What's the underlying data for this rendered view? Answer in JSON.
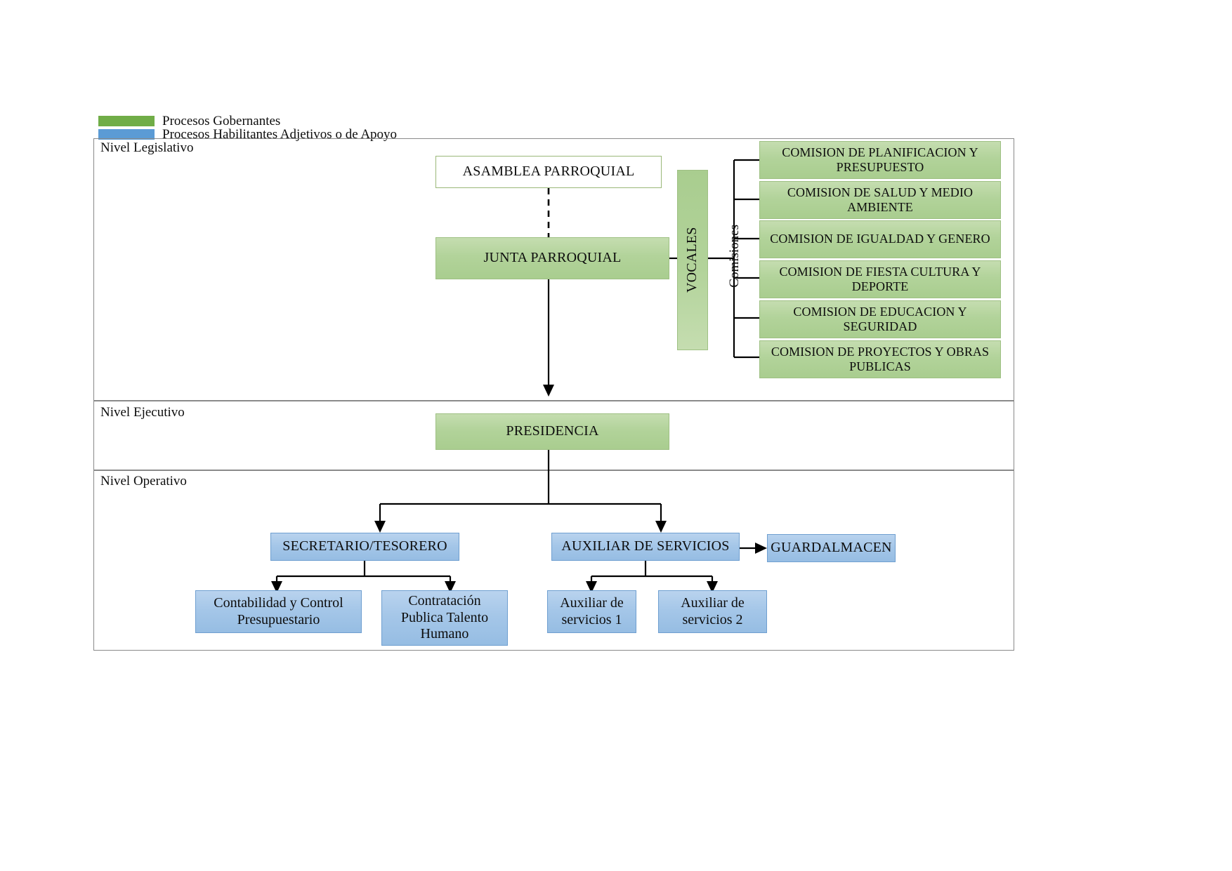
{
  "legend": {
    "items": [
      {
        "label": "Procesos Gobernantes",
        "color": "#70ad47",
        "name": "legend-gobernantes"
      },
      {
        "label": "Procesos Habilitantes Adjetivos o de Apoyo",
        "color": "#5b9bd5",
        "name": "legend-habilitantes"
      }
    ]
  },
  "levels": [
    {
      "label": "Nivel Legislativo"
    },
    {
      "label": "Nivel Ejecutivo"
    },
    {
      "label": "Nivel Operativo"
    }
  ],
  "nodes": {
    "asamblea": "ASAMBLEA PARROQUIAL",
    "junta": "JUNTA PARROQUIAL",
    "vocales": "VOCALES",
    "comisiones_label": "Comisiones",
    "presidencia": "PRESIDENCIA",
    "secretario": "SECRETARIO/TESORERO",
    "auxiliar_servicios": "AUXILIAR DE SERVICIOS",
    "guardalmacen": "GUARDALMACEN",
    "contabilidad": "Contabilidad y Control Presupuestario",
    "contratacion": "Contratación Publica Talento Humano",
    "auxiliar_1": "Auxiliar de servicios 1",
    "auxiliar_2": "Auxiliar de servicios 2"
  },
  "comisiones": [
    {
      "label": "COMISION DE PLANIFICACION Y PRESUPUESTO"
    },
    {
      "label": "COMISION DE SALUD Y MEDIO AMBIENTE"
    },
    {
      "label": "COMISION DE IGUALDAD Y GENERO"
    },
    {
      "label": "COMISION DE FIESTA CULTURA Y DEPORTE"
    },
    {
      "label": "COMISION DE EDUCACION Y SEGURIDAD"
    },
    {
      "label": "COMISION DE PROYECTOS Y OBRAS PUBLICAS"
    }
  ],
  "colors": {
    "green_fill": "#b2d39a",
    "green_border": "#9ec083",
    "blue_fill": "#a4c6e8",
    "blue_border": "#6f9fd0",
    "legend_green": "#70ad47",
    "legend_blue": "#5b9bd5",
    "frame_border": "#8a8a8a",
    "line": "#000000"
  }
}
